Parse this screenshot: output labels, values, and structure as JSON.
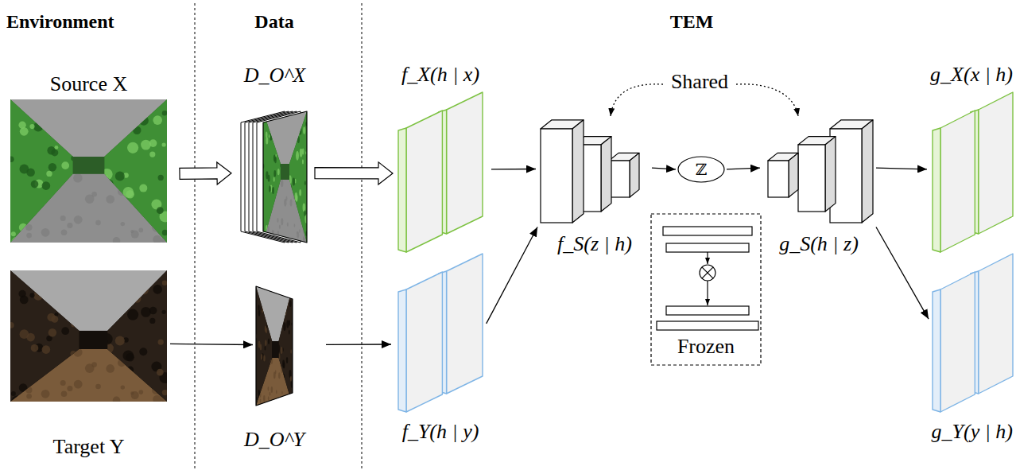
{
  "diagram": {
    "nodes": [
      {
        "text": [
          "Source X"
        ]
      },
      {
        "text": [
          "Target Y"
        ]
      },
      {
        "text": [
          "D_O^X"
        ]
      },
      {
        "text": [
          "D_O^Y"
        ]
      },
      {
        "text": [
          "f_X(h | x)"
        ]
      },
      {
        "text": [
          "f_Y(h | y)"
        ]
      },
      {
        "text": [
          "f_S(z | h)"
        ]
      },
      {
        "text": [
          "ℤ"
        ]
      },
      {
        "text": [
          "Frozen"
        ]
      },
      {
        "text": [
          "g_S(h | z)"
        ]
      },
      {
        "text": [
          "g_X(x | h)"
        ]
      },
      {
        "text": [
          "g_Y(y | h)"
        ]
      }
    ],
    "edges": [
      {
        "from": 0,
        "to": 2,
        "arrow": "to"
      },
      {
        "from": 1,
        "to": 3,
        "arrow": "to"
      },
      {
        "from": 2,
        "to": 4,
        "arrow": "to"
      },
      {
        "from": 3,
        "to": 5,
        "arrow": "to"
      },
      {
        "from": 4,
        "to": 6,
        "arrow": "to"
      },
      {
        "from": 5,
        "to": 6,
        "arrow": "to"
      },
      {
        "from": 6,
        "to": 7,
        "arrow": "to"
      },
      {
        "from": 7,
        "to": 9,
        "arrow": "to"
      },
      {
        "from": 9,
        "to": 10,
        "arrow": "to"
      },
      {
        "from": 9,
        "to": 11,
        "arrow": "to"
      }
    ],
    "labels": [
      "Environment",
      "Data",
      "TEM",
      "Shared"
    ]
  }
}
